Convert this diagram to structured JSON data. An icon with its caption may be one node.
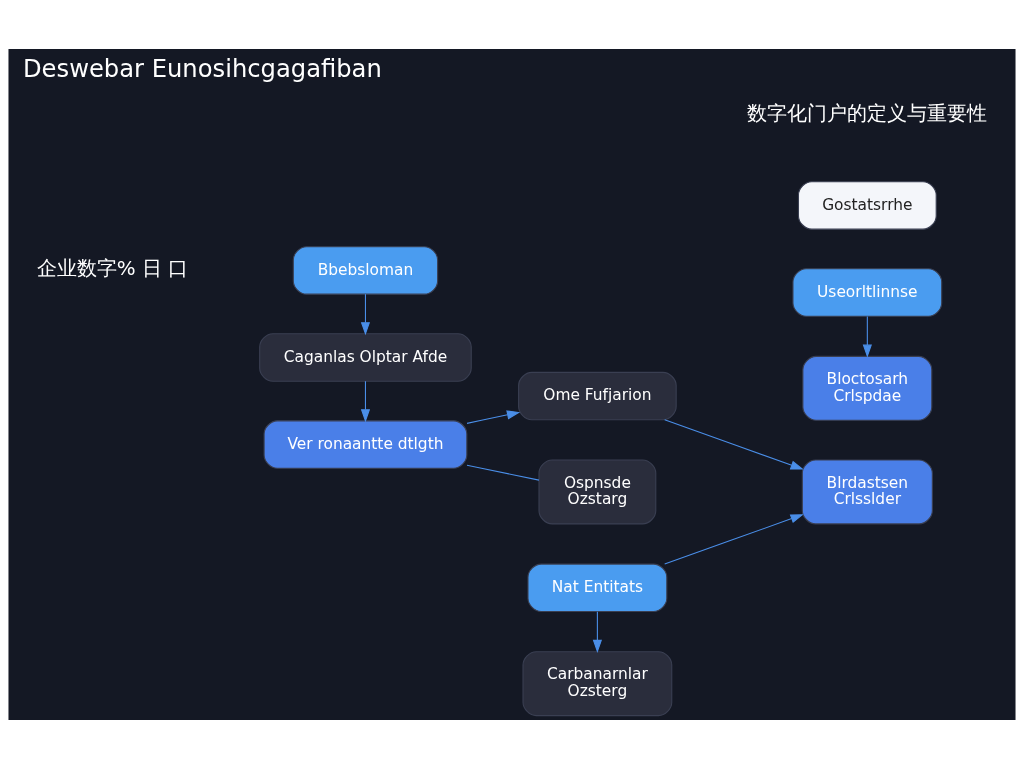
{
  "diagram": {
    "title": "Deswebar Eunosihcgagafiban",
    "caption": "数字化门户的定义与重要性",
    "nodes": [
      {
        "text": [
          "Bbebsloman"
        ]
      },
      {
        "text": [
          "Nat Entitats"
        ]
      },
      {
        "text": [
          "Useorltlinnse"
        ]
      },
      {
        "text": [
          "Caganlas Olptar Afde"
        ]
      },
      {
        "text": [
          "Ver ronaantte dtlgth"
        ]
      },
      {
        "text": [
          "Carbanarnlar",
          "Ozsterg"
        ]
      },
      {
        "text": [
          "Ome Fufjarion"
        ]
      },
      {
        "text": [
          "Ospnsde",
          "Ozstarg"
        ]
      },
      {
        "text": [
          "Bloctosarh",
          "Crlspdae"
        ]
      },
      {
        "text": [
          "Blrdastsen",
          "Crlsslder"
        ]
      },
      {
        "text": [
          "Gostatsrrhe"
        ]
      }
    ],
    "edges": [
      {
        "from": 0,
        "to": 3,
        "arrow": "to"
      },
      {
        "from": 3,
        "to": 4,
        "arrow": "to"
      },
      {
        "from": 1,
        "to": 5,
        "arrow": "to"
      },
      {
        "from": 4,
        "to": 6,
        "arrow": "to"
      },
      {
        "from": 4,
        "to": 7,
        "arrow": "none"
      },
      {
        "from": 2,
        "to": 8,
        "arrow": "to"
      },
      {
        "from": 1,
        "to": 9,
        "arrow": "to"
      },
      {
        "from": 6,
        "to": 9,
        "arrow": "to"
      }
    ],
    "labels": [
      "企业数字% 日 口"
    ]
  }
}
